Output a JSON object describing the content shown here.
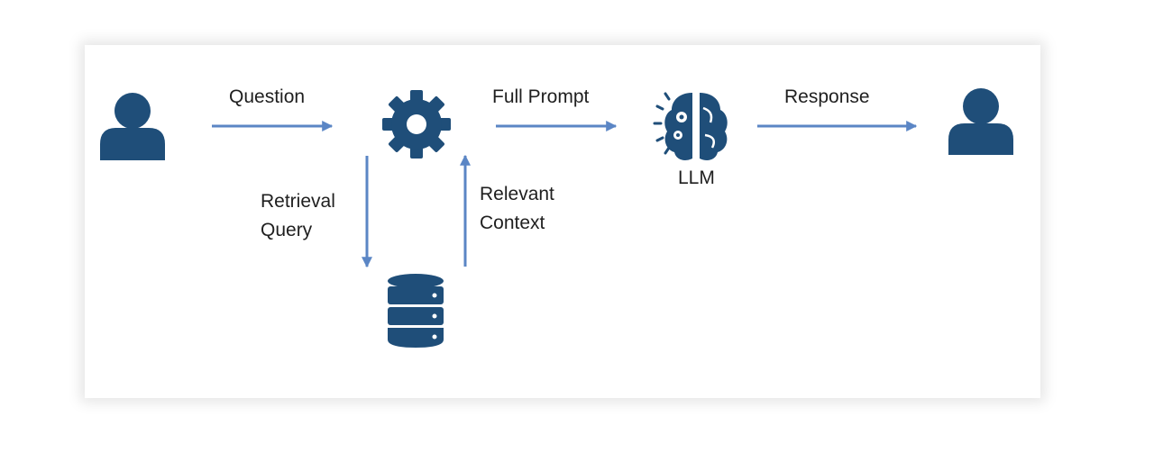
{
  "diagram": {
    "nodes": {
      "user_left": {
        "icon": "user-icon"
      },
      "processor": {
        "icon": "gear-icon"
      },
      "database": {
        "icon": "database-icon"
      },
      "llm": {
        "icon": "brain-gears-icon",
        "label": "LLM"
      },
      "user_right": {
        "icon": "user-icon"
      }
    },
    "edges": {
      "question": "Question",
      "full_prompt": "Full Prompt",
      "response": "Response",
      "retrieval_query": {
        "line1": "Retrieval",
        "line2": "Query"
      },
      "relevant_context": {
        "line1": "Relevant",
        "line2": "Context"
      }
    },
    "colors": {
      "icon": "#1f4e79",
      "arrow": "#5b86c5",
      "text": "#1f1f1f"
    }
  }
}
